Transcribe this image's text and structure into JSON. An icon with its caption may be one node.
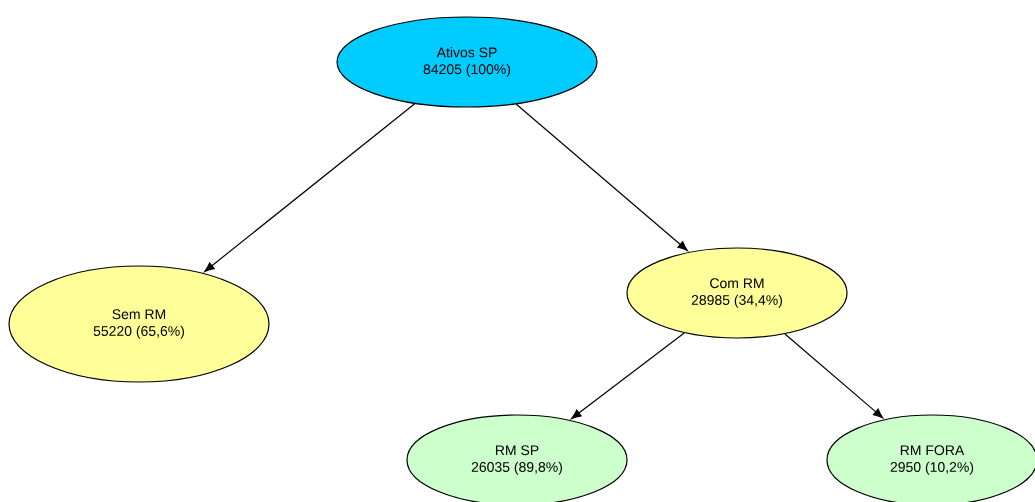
{
  "diagram": {
    "nodes": [
      {
        "text": [
          "Ativos SP",
          "84205 (100%)"
        ]
      },
      {
        "text": [
          "Sem RM",
          "55220 (65,6%)"
        ]
      },
      {
        "text": [
          "Com RM",
          "28985 (34,4%)"
        ]
      },
      {
        "text": [
          "RM SP",
          "26035 (89,8%)"
        ]
      },
      {
        "text": [
          "RM FORA",
          "2950 (10,2%)"
        ]
      }
    ],
    "edges": [
      {
        "from": 0,
        "to": 1,
        "arrow": "to"
      },
      {
        "from": 0,
        "to": 2,
        "arrow": "to"
      },
      {
        "from": 2,
        "to": 3,
        "arrow": "to"
      },
      {
        "from": 2,
        "to": 4,
        "arrow": "to"
      }
    ]
  }
}
